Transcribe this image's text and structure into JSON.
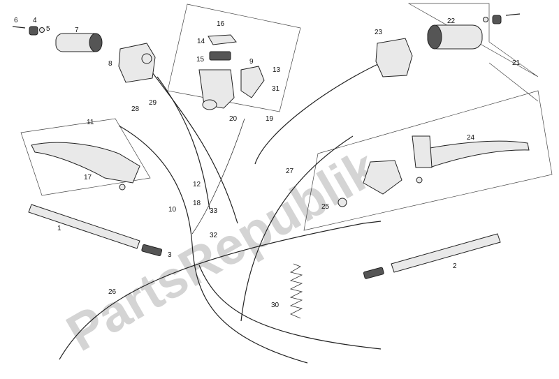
{
  "watermark": "PartsRepublik",
  "callouts": [
    "1",
    "2",
    "3",
    "4",
    "5",
    "6",
    "7",
    "8",
    "9",
    "10",
    "11",
    "12",
    "13",
    "14",
    "15",
    "16",
    "17",
    "18",
    "19",
    "20",
    "21",
    "22",
    "23",
    "24",
    "25",
    "26",
    "27",
    "28",
    "29",
    "30",
    "31",
    "32",
    "33"
  ]
}
